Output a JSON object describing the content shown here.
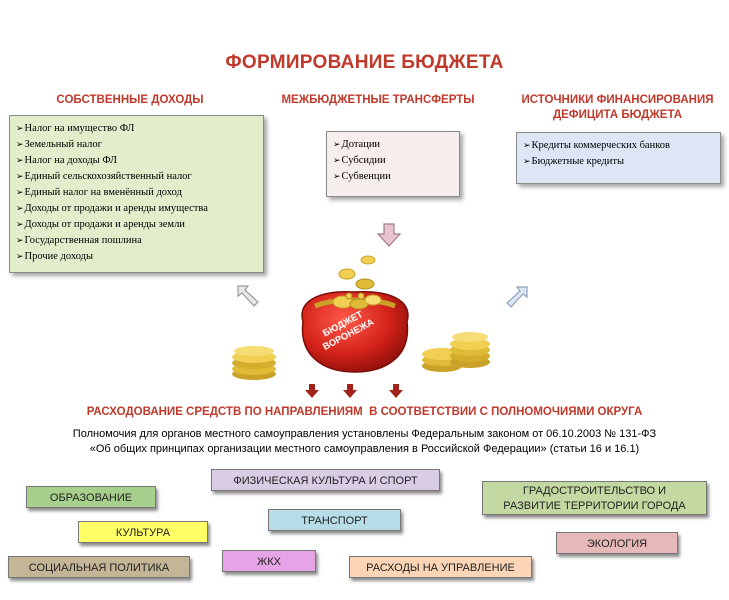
{
  "title": "ФОРМИРОВАНИЕ БЮДЖЕТА",
  "sections": {
    "own": {
      "heading": "СОБСТВЕННЫЕ ДОХОДЫ",
      "items": [
        "Налог на имущество ФЛ",
        "Земельный налог",
        "Налог на доходы ФЛ",
        "Единый сельскохозяйственный налог",
        "Единый налог на вменённый доход",
        "Доходы от продажи и аренды имущества",
        "Доходы от продажи и аренды земли",
        "Государственная пошлина",
        "Прочие доходы"
      ]
    },
    "transfers": {
      "heading": "МЕЖБЮДЖЕТНЫЕ ТРАНСФЕРТЫ",
      "items": [
        "Дотации",
        "Субсидии",
        "Субвенции"
      ]
    },
    "deficit": {
      "heading_line1": "ИСТОЧНИКИ ФИНАНСИРОВАНИЯ",
      "heading_line2": "ДЕФИЦИТА БЮДЖЕТА",
      "items": [
        "Кредиты коммерческих банков",
        "Бюджетные кредиты"
      ]
    }
  },
  "purse": {
    "line1": "БЮДЖЕТ",
    "line2": "ВОРОНЕЖА"
  },
  "spending_heading": "РАСХОДОВАНИЕ СРЕДСТВ ПО НАПРАВЛЕНИЯМ  В СООТВЕТСТВИИ С ПОЛНОМОЧИЯМИ ОКРУГА",
  "law": {
    "line1": "Полномочия для органов местного самоуправления установлены Федеральным законом от 06.10.2003 № 131-ФЗ",
    "line2": "«Об общих принципах организации местного самоуправления в Российской Федерации» (статьи 16 и 16.1)"
  },
  "categories": {
    "education": "ОБРАЗОВАНИЕ",
    "sport": "ФИЗИЧЕСКАЯ КУЛЬТУРА И СПОРТ",
    "urban_line1": "ГРАДОСТРОИТЕЛЬСТВО И",
    "urban_line2": "РАЗВИТИЕ ТЕРРИТОРИИ ГОРОДА",
    "culture": "КУЛЬТУРА",
    "transport": "ТРАНСПОРТ",
    "ecology": "ЭКОЛОГИЯ",
    "social": "СОЦИАЛЬНАЯ ПОЛИТИКА",
    "housing": "ЖКХ",
    "management": "РАСХОДЫ НА УПРАВЛЕНИЕ"
  },
  "colors": {
    "heading_red": "#c0392b",
    "own_box": "#e2edcc",
    "transfers_box": "#f6eded",
    "deficit_box": "#dce6f4",
    "education": "#a8d08d",
    "sport": "#d9cde6",
    "urban": "#c4d9a2",
    "culture": "#ffff66",
    "transport": "#b7dde8",
    "ecology": "#e6b9b8",
    "social": "#c4b596",
    "housing": "#e6a3e6",
    "management": "#fbd5b5"
  },
  "icons": [
    "purse-icon",
    "coin-stack-icon",
    "down-arrow-icon",
    "diagonal-arrow-icon",
    "bullet-arrow-icon"
  ]
}
